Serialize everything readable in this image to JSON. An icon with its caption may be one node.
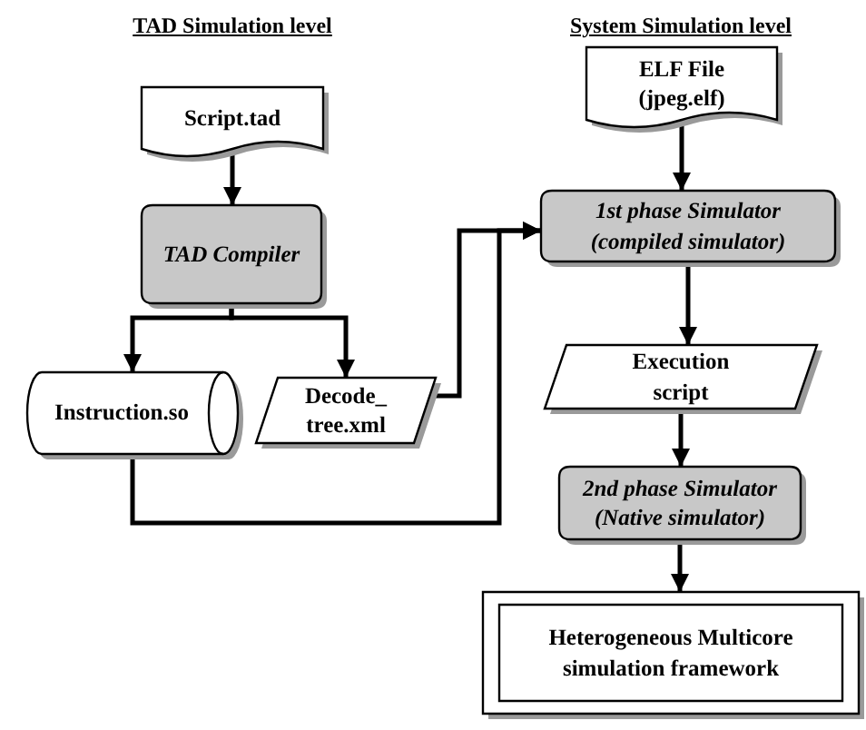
{
  "diagram": {
    "nodes": [
      {
        "text": [
          "Script.tad"
        ]
      },
      {
        "text": [
          "TAD Compiler"
        ]
      },
      {
        "text": [
          "Instruction.so"
        ]
      },
      {
        "text": [
          "Decode_ tree.xml"
        ]
      },
      {
        "text": [
          "ELF File (jpeg.elf)"
        ]
      },
      {
        "text": [
          "1st phase Simulator (compiled simulator)"
        ]
      },
      {
        "text": [
          "Execution script"
        ]
      },
      {
        "text": [
          "2nd phase Simulator (Native simulator)"
        ]
      },
      {
        "text": [
          "Heterogeneous Multicore simulation framework"
        ]
      }
    ],
    "edges": [
      {
        "from": 0,
        "to": 1,
        "arrow": "to"
      },
      {
        "from": 1,
        "to": 2,
        "arrow": "to"
      },
      {
        "from": 1,
        "to": 3,
        "arrow": "to"
      },
      {
        "from": 2,
        "to": 5,
        "arrow": "to"
      },
      {
        "from": 3,
        "to": 5,
        "arrow": "to"
      },
      {
        "from": 4,
        "to": 5,
        "arrow": "to"
      },
      {
        "from": 5,
        "to": 6,
        "arrow": "to"
      },
      {
        "from": 6,
        "to": 7,
        "arrow": "to"
      },
      {
        "from": 7,
        "to": 8,
        "arrow": "to"
      }
    ],
    "labels": [
      "TAD Simulation level",
      "System Simulation level"
    ]
  }
}
